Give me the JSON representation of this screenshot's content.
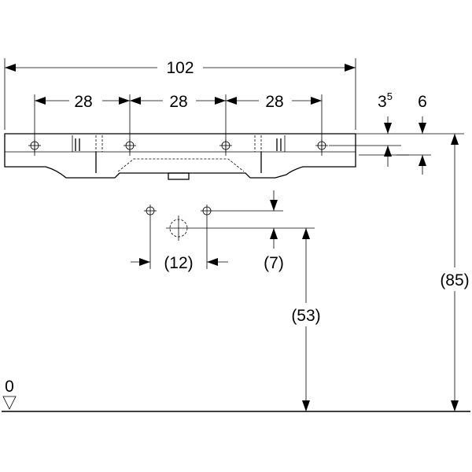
{
  "dimensions": {
    "overall_width": "102",
    "spacing_1": "28",
    "spacing_2": "28",
    "spacing_3": "28",
    "rim_offset_base": "3",
    "rim_offset_sup": "5",
    "rim_thickness": "6",
    "tap_spacing": "(12)",
    "tap_drop": "(7)",
    "outlet_height": "(53)",
    "total_height": "(85)",
    "floor_level": "0"
  }
}
